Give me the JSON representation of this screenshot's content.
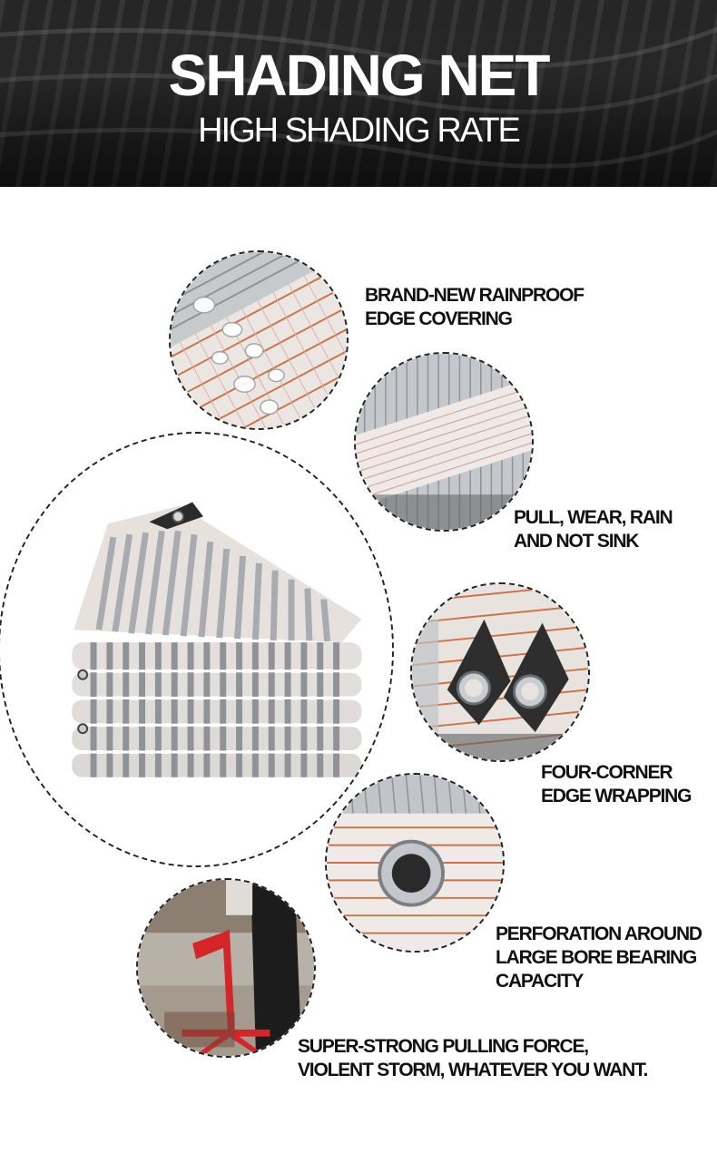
{
  "header": {
    "title": "SHADING NET",
    "subtitle": "HIGH SHADING RATE"
  },
  "features": [
    {
      "id": "rainproof",
      "lines": [
        "BRAND-NEW RAINPROOF",
        "EDGE COVERING"
      ],
      "icon": "water-droplets-on-net"
    },
    {
      "id": "wear",
      "lines": [
        "PULL, WEAR, RAIN",
        "AND NOT SINK"
      ],
      "icon": "aluminum-net-texture"
    },
    {
      "id": "corner",
      "lines": [
        "FOUR-CORNER",
        "EDGE WRAPPING"
      ],
      "icon": "corner-grommet"
    },
    {
      "id": "perforation",
      "lines": [
        "PERFORATION AROUND",
        "LARGE BORE BEARING",
        "CAPACITY"
      ],
      "icon": "metal-eyelet"
    },
    {
      "id": "pulling",
      "lines": [
        "SUPER-STRONG PULLING FORCE,",
        "VIOLENT STORM, WHATEVER YOU WANT."
      ],
      "icon": "pull-test-photo"
    }
  ],
  "colors": {
    "banner": "#2f2f2f",
    "text": "#111111",
    "accent_stripe": "#c8734a",
    "aluminum": "#b9bcc0",
    "grommet_tab": "#2b2b2b",
    "pull_stand": "#d3262a"
  }
}
